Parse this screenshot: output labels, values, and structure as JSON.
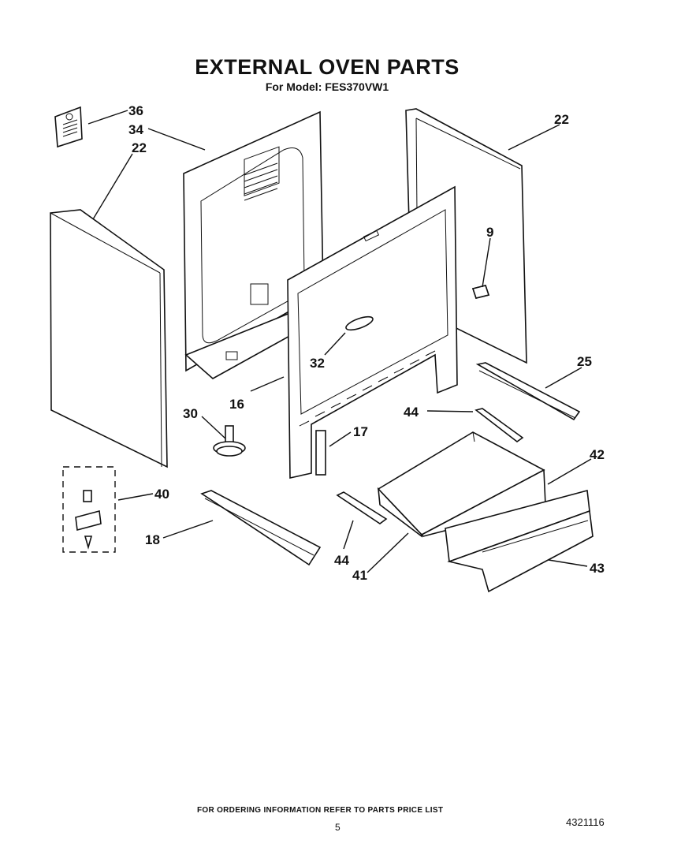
{
  "header": {
    "title": "EXTERNAL OVEN PARTS",
    "subtitle": "For Model: FES370VW1"
  },
  "callouts": [
    "36",
    "34",
    "22",
    "22",
    "9",
    "30",
    "16",
    "32",
    "25",
    "17",
    "44",
    "42",
    "40",
    "18",
    "44",
    "41",
    "43"
  ],
  "footer": {
    "note": "FOR ORDERING INFORMATION REFER TO PARTS PRICE LIST",
    "page": "5",
    "doc_number": "4321116"
  }
}
